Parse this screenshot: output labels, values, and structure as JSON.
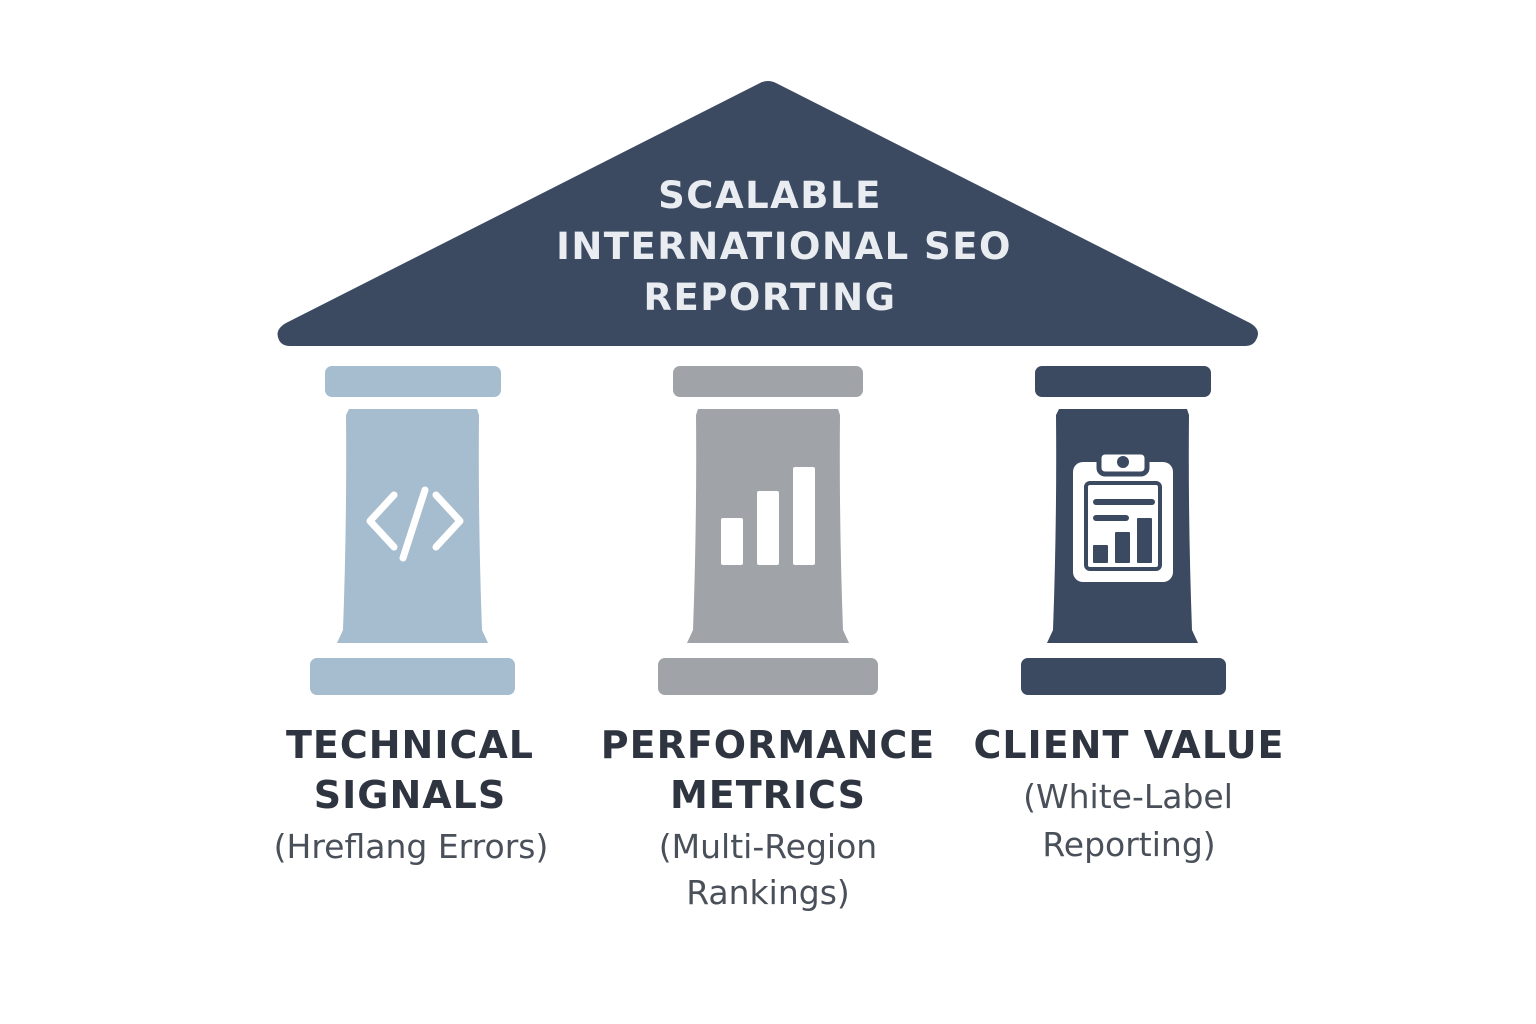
{
  "roof": {
    "title_lines": [
      "SCALABLE",
      "INTERNATIONAL SEO",
      "REPORTING"
    ],
    "color": "#3b4a61"
  },
  "pillars": [
    {
      "title_lines": [
        "TECHNICAL",
        "SIGNALS"
      ],
      "subtitle_lines": [
        "(Hreflang Errors)"
      ],
      "icon": "code-icon",
      "color": "#a6bccf"
    },
    {
      "title_lines": [
        "PERFORMANCE",
        "METRICS"
      ],
      "subtitle_lines": [
        "(Multi-Region",
        "Rankings)"
      ],
      "icon": "bar-chart-icon",
      "color": "#a0a3a8"
    },
    {
      "title_lines": [
        "CLIENT VALUE"
      ],
      "subtitle_lines": [
        "(White-Label",
        "Reporting)"
      ],
      "icon": "clipboard-report-icon",
      "color": "#3b4a61"
    }
  ]
}
